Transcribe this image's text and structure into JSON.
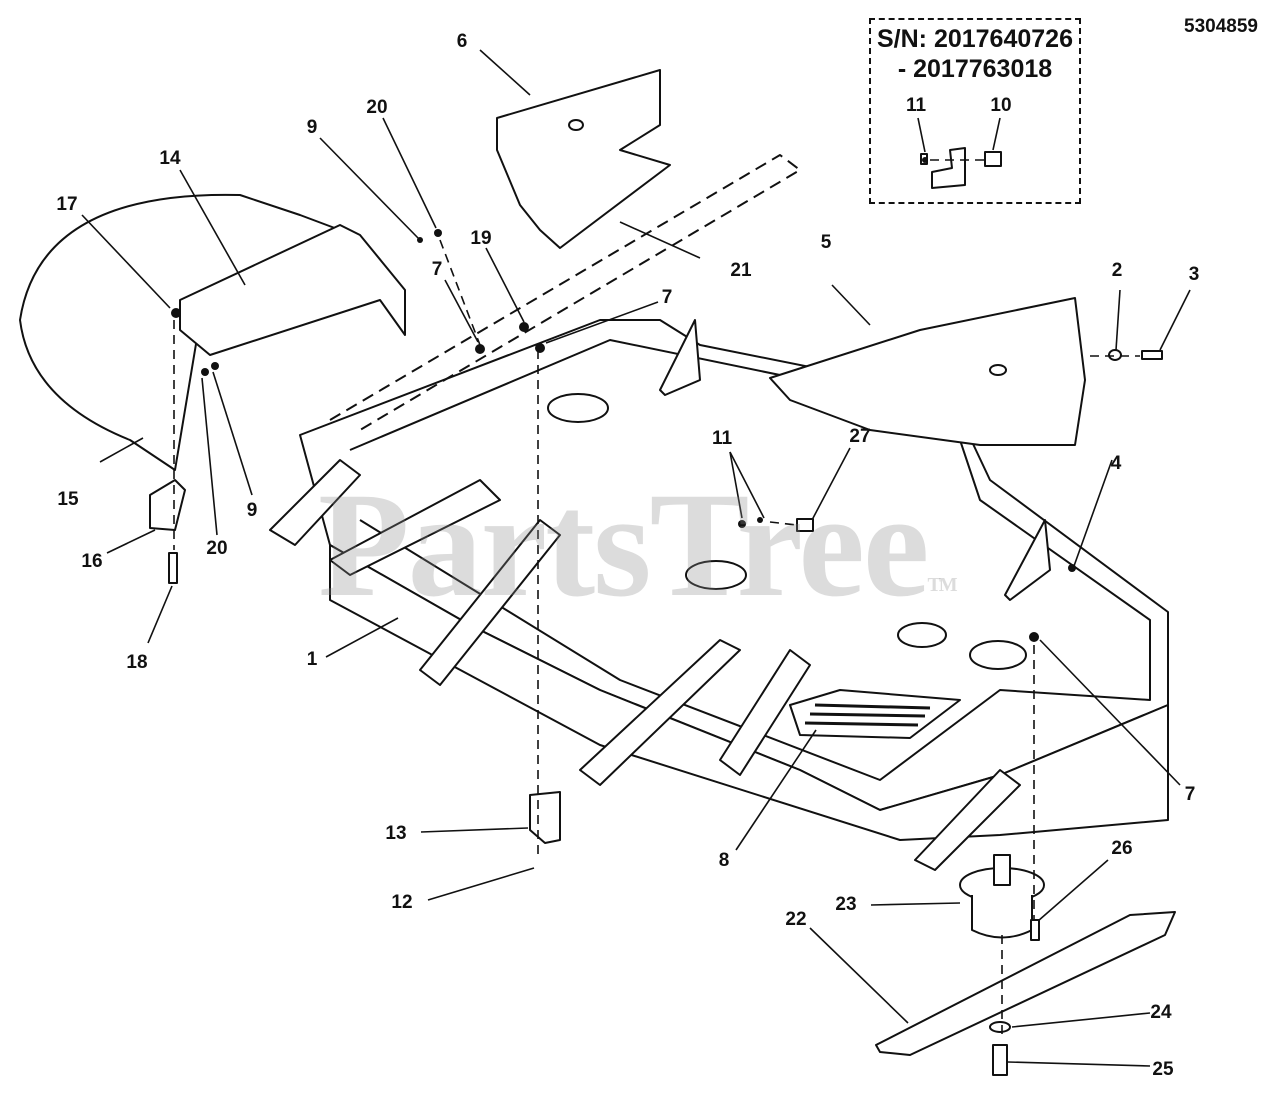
{
  "drawing_number": "5304859",
  "serial_box": {
    "line1": "S/N: 2017640726",
    "line2": "- 2017763018"
  },
  "watermark": "PartsTree",
  "watermark_mark": "TM",
  "callouts": [
    {
      "id": "1",
      "label": "1"
    },
    {
      "id": "2",
      "label": "2"
    },
    {
      "id": "3",
      "label": "3"
    },
    {
      "id": "4",
      "label": "4"
    },
    {
      "id": "5",
      "label": "5"
    },
    {
      "id": "6",
      "label": "6"
    },
    {
      "id": "7a",
      "label": "7"
    },
    {
      "id": "7b",
      "label": "7"
    },
    {
      "id": "7c",
      "label": "7"
    },
    {
      "id": "8",
      "label": "8"
    },
    {
      "id": "9a",
      "label": "9"
    },
    {
      "id": "9b",
      "label": "9"
    },
    {
      "id": "10",
      "label": "10"
    },
    {
      "id": "11a",
      "label": "11"
    },
    {
      "id": "11b",
      "label": "11"
    },
    {
      "id": "12",
      "label": "12"
    },
    {
      "id": "13",
      "label": "13"
    },
    {
      "id": "14",
      "label": "14"
    },
    {
      "id": "15",
      "label": "15"
    },
    {
      "id": "16",
      "label": "16"
    },
    {
      "id": "17",
      "label": "17"
    },
    {
      "id": "18",
      "label": "18"
    },
    {
      "id": "19",
      "label": "19"
    },
    {
      "id": "20a",
      "label": "20"
    },
    {
      "id": "20b",
      "label": "20"
    },
    {
      "id": "21",
      "label": "21"
    },
    {
      "id": "22",
      "label": "22"
    },
    {
      "id": "23",
      "label": "23"
    },
    {
      "id": "24",
      "label": "24"
    },
    {
      "id": "25",
      "label": "25"
    },
    {
      "id": "26",
      "label": "26"
    },
    {
      "id": "27",
      "label": "27"
    }
  ]
}
